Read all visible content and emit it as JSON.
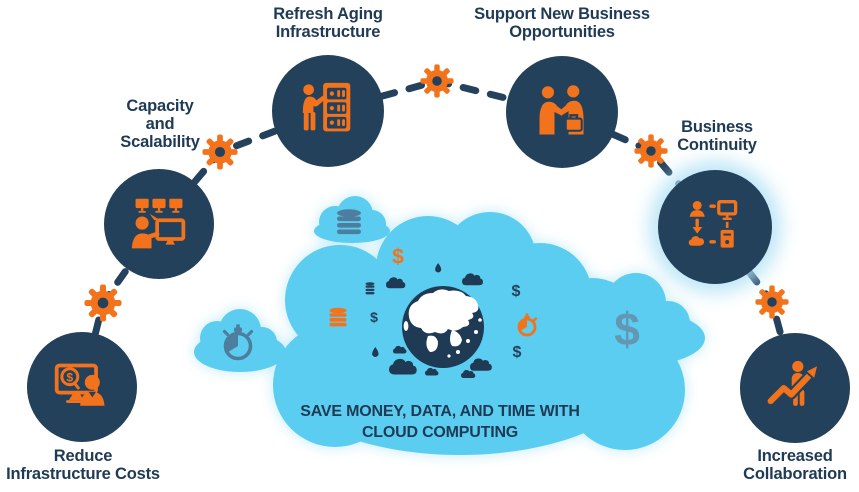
{
  "diagram": {
    "title": "Cloud computing benefits diagram",
    "caption": {
      "line1": "SAVE MONEY, DATA, AND TIME WITH",
      "line2": "CLOUD COMPUTING"
    },
    "dollar_glyph": "$",
    "nodes": [
      {
        "id": "reduce-infrastructure-costs",
        "icon": "monitor-dollar-person-icon",
        "lines": [
          "Reduce",
          "Infrastructure Costs"
        ]
      },
      {
        "id": "capacity-and-scalability",
        "icon": "presenter-monitors-icon",
        "lines": [
          "Capacity",
          "and",
          "Scalability"
        ]
      },
      {
        "id": "refresh-aging-infrastructure",
        "icon": "server-rack-person-icon",
        "lines": [
          "Refresh Aging",
          "Infrastructure"
        ]
      },
      {
        "id": "support-new-business-opportunities",
        "icon": "handshake-briefcase-icon",
        "lines": [
          "Support New Business",
          "Opportunities"
        ]
      },
      {
        "id": "business-continuity",
        "icon": "network-continuity-icon",
        "lines": [
          "Business",
          "Continuity"
        ]
      },
      {
        "id": "increased-collaboration",
        "icon": "growth-arrow-person-icon",
        "lines": [
          "Increased",
          "Collaboration"
        ]
      }
    ],
    "connector_icon": "gear-icon",
    "cloud_icons": [
      "database-icon",
      "stopwatch-icon",
      "globe-icon",
      "dollar-icon",
      "mini-cloud-icon",
      "droplet-icon"
    ],
    "colors": {
      "circle_navy": "#24415C",
      "icon_orange": "#F2731B",
      "cloud_blue": "#5BCDF0",
      "slate_blue": "#4E7E9E",
      "slate_dollar": "#6397B4",
      "text_navy": "#1F3A54"
    }
  }
}
